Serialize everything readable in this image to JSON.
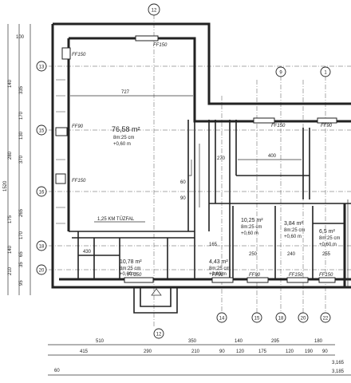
{
  "grid_labels": {
    "top": "12",
    "bottom_1": "12",
    "bottom_2": "14",
    "bottom_3": "15",
    "bottom_4": "18",
    "bottom_5": "20",
    "bottom_6": "22",
    "right_1": "9",
    "right_2": "1",
    "left_1": "13",
    "left_2": "15",
    "left_3": "16",
    "left_4": "18",
    "left_5": "20"
  },
  "rooms": {
    "big": {
      "area": "76,58 m²",
      "size": "8m:25 cm",
      "height": "+0,60 m"
    },
    "mid": {
      "area": "10,78 m²",
      "size": "8m:25 cm",
      "height": "+0,60 m"
    },
    "small": {
      "area": "4,43 m²",
      "size": "8m:25 cm",
      "height": "+0,60 m"
    },
    "r1": {
      "area": "10,25 m²",
      "size": "8m:25 cm",
      "height": "+0,60 m"
    },
    "r2": {
      "area": "3,84 m²",
      "size": "8m:25 cm",
      "height": "+0,60 m"
    },
    "r3": {
      "area": "6,5 m²",
      "size": "8m:25 cm",
      "height": "+0,60 m"
    }
  },
  "annotation": "1,25 KM TŰZFAL",
  "dims": {
    "top_inner": "727",
    "mid_room": "400",
    "mid_h": "430",
    "d1": "250",
    "d2": "240",
    "d3": "255",
    "d4": "165",
    "d5": "270",
    "small1": "60",
    "small2": "90",
    "bottom_row1": [
      "510",
      "350",
      "140",
      "295",
      "180"
    ],
    "bottom_row2": [
      "415",
      "290",
      "210",
      "90",
      "120",
      "175",
      "120",
      "190",
      "90"
    ],
    "bottom_right_1": "3,165",
    "bottom_right_2": "3,185",
    "bottom_left": "60",
    "left_col1": [
      "335",
      "170",
      "130",
      "370",
      "265",
      "170",
      "65",
      "35",
      "95"
    ],
    "left_col2": [
      "1520",
      "140",
      "280",
      "175",
      "140",
      "210"
    ],
    "left_top": "100"
  },
  "window_labels": [
    "FF150",
    "FF150",
    "FF90",
    "FF150",
    "FF150",
    "FF90",
    "FF90",
    "FF90",
    "FF150",
    "FF150",
    "FF150"
  ]
}
